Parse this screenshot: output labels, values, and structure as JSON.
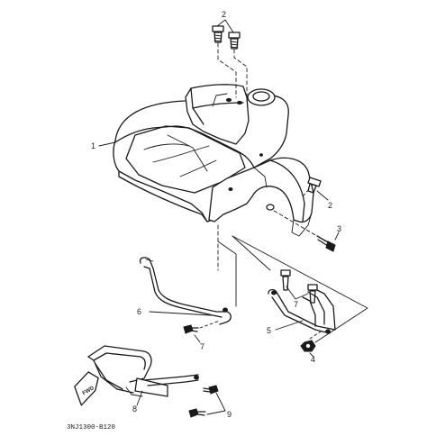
{
  "callouts": {
    "c1": "1",
    "c2_top": "2",
    "c2_side": "2",
    "c3": "3",
    "c4": "4",
    "c5": "5",
    "c6": "6",
    "c7_left": "7",
    "c7_right": "7",
    "c8": "8",
    "c9": "9"
  },
  "fwd_label": "FWD",
  "diagram_code": "3NJ1300-B120"
}
